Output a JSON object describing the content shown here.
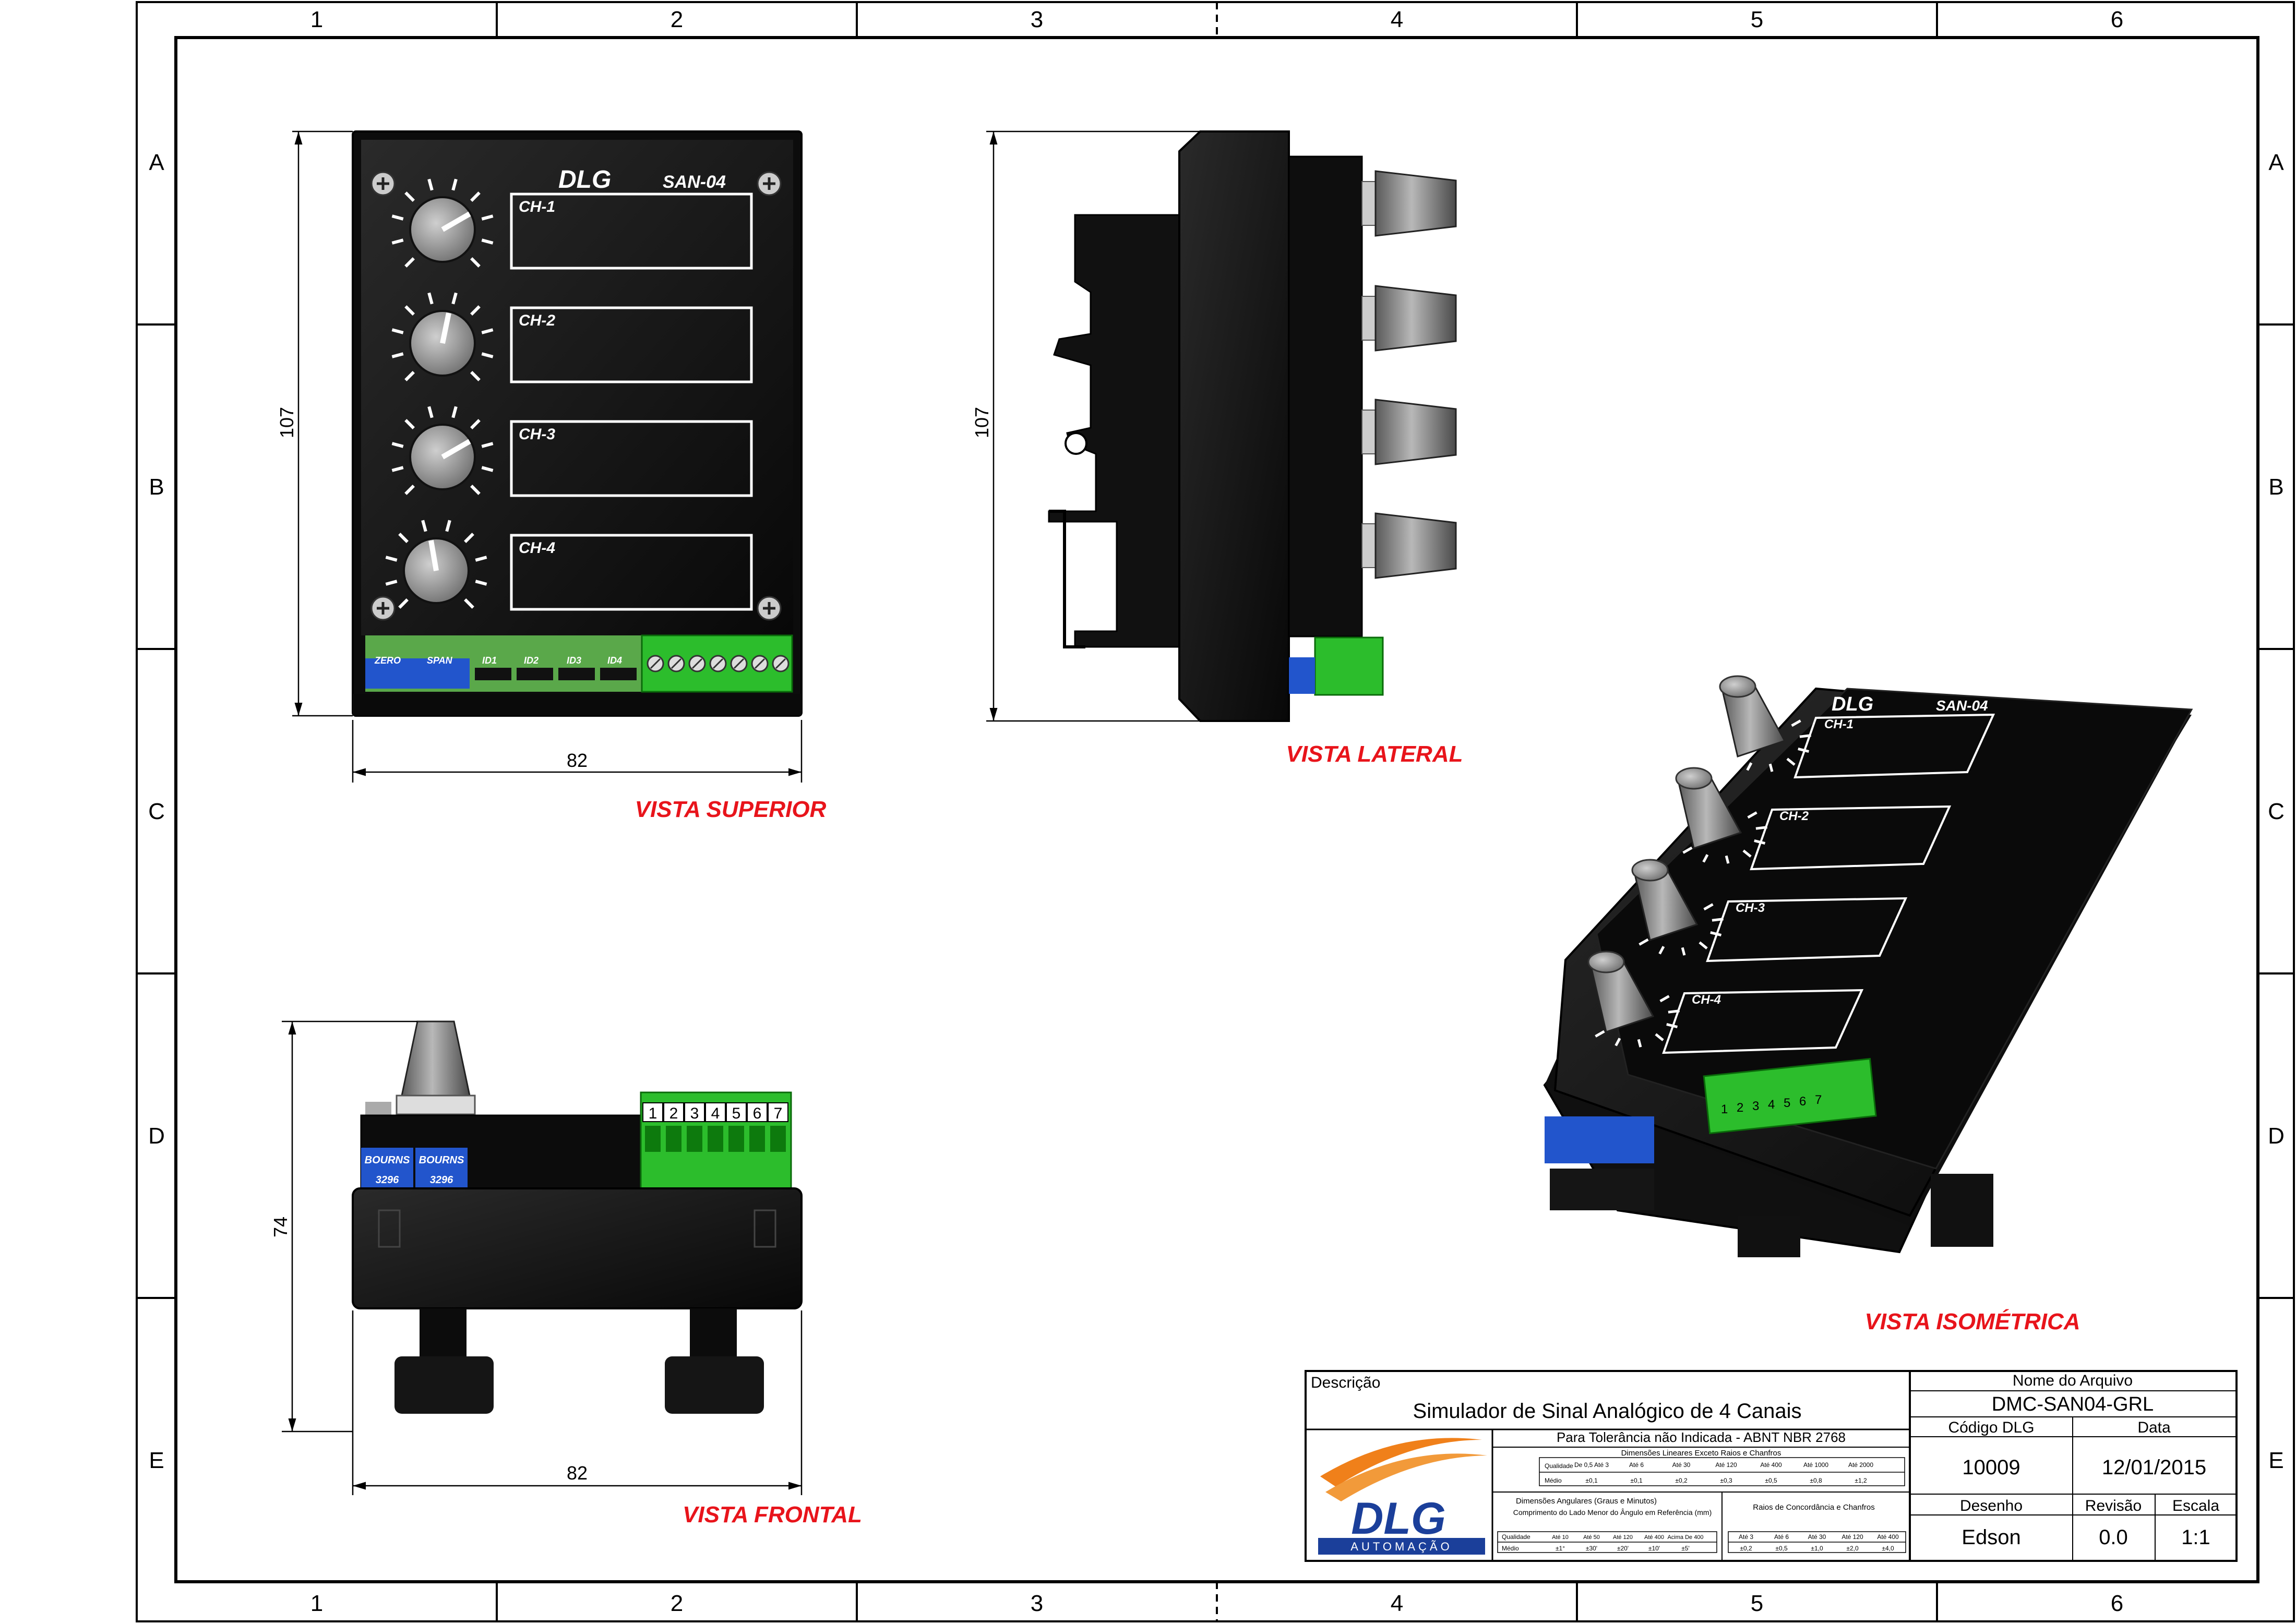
{
  "frame": {
    "columns": [
      "1",
      "2",
      "3",
      "4",
      "5",
      "6"
    ],
    "rows": [
      "A",
      "B",
      "C",
      "D",
      "E"
    ]
  },
  "device": {
    "brand": "DLG",
    "model": "SAN-04",
    "channels": [
      "CH-1",
      "CH-2",
      "CH-3",
      "CH-4"
    ],
    "board_labels": [
      "ZERO",
      "SPAN",
      "ID1",
      "ID2",
      "ID3",
      "ID4"
    ],
    "terminal_numbers": [
      "1",
      "2",
      "3",
      "4",
      "5",
      "6",
      "7"
    ],
    "trimmer_labels": [
      "BOURNS",
      "3296"
    ]
  },
  "dimensions": {
    "top_height": "107",
    "top_width": "82",
    "side_height": "107",
    "front_height": "74",
    "front_width": "82"
  },
  "views": {
    "top": "VISTA SUPERIOR",
    "side": "VISTA LATERAL",
    "front": "VISTA FRONTAL",
    "iso": "VISTA ISOMÉTRICA"
  },
  "title_block": {
    "description_label": "Descrição",
    "description": "Simulador de Sinal Analógico de 4 Canais",
    "tolerance_note": "Para Tolerância não Indicada - ABNT NBR 2768",
    "linear_header": "Dimensões Lineares Exceto Raios e Chanfros",
    "linear_quality": "Qualidade",
    "linear_ranges": [
      "De 0,5 Até 3",
      "Até 6",
      "Até 30",
      "Até 120",
      "Até 400",
      "Até 1000",
      "Até 2000"
    ],
    "linear_medio_label": "Médio",
    "linear_values": [
      "±0,1",
      "±0,1",
      "±0,2",
      "±0,3",
      "±0,5",
      "±0,8",
      "±1,2"
    ],
    "angular_header": "Dimensões Angulares (Graus e Minutos)",
    "angular_subheader": "Comprimento do Lado Menor do Ângulo em Referência (mm)",
    "angular_quality": "Qualidade",
    "angular_ranges": [
      "Até 10",
      "Até 50",
      "Até 120",
      "Até 400",
      "Acima De 400"
    ],
    "angular_medio_label": "Médio",
    "angular_values": [
      "±1°",
      "±30'",
      "±20'",
      "±10'",
      "±5'"
    ],
    "radii_header": "Raios de Concordância e Chanfros",
    "radii_ranges": [
      "Até 3",
      "Até 6",
      "Até 30",
      "Até 120",
      "Até 400"
    ],
    "radii_values": [
      "±0,2",
      "±0,5",
      "±1,0",
      "±2,0",
      "±4,0"
    ],
    "company": "DLG",
    "company_sub": "AUTOMAÇÃO",
    "file_name_label": "Nome do Arquivo",
    "file_name": "DMC-SAN04-GRL",
    "code_label": "Código DLG",
    "code": "10009",
    "date_label": "Data",
    "date": "12/01/2015",
    "drawn_by_label": "Desenho",
    "drawn_by": "Edson",
    "revision_label": "Revisão",
    "revision": "0.0",
    "scale_label": "Escala",
    "scale": "1:1"
  }
}
